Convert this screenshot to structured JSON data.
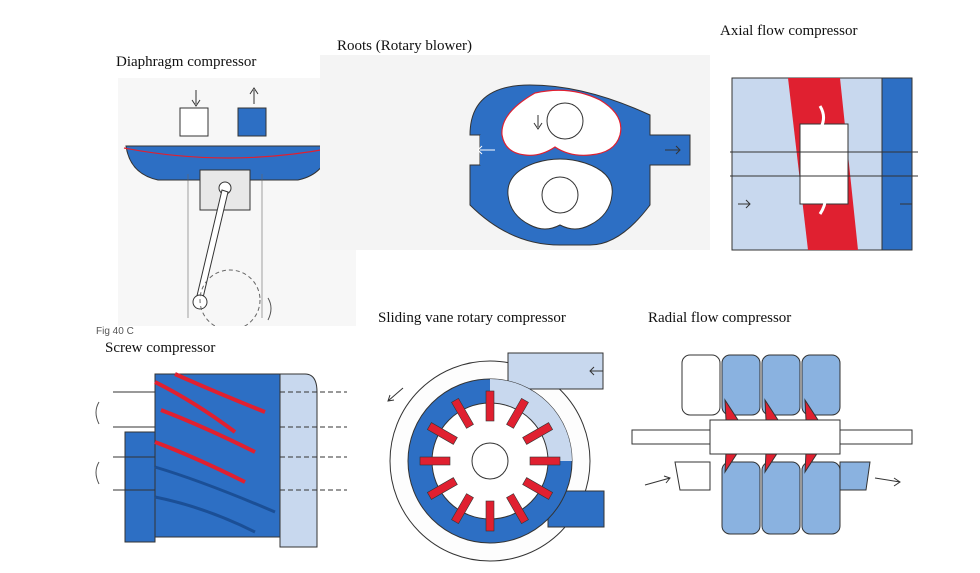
{
  "labels": {
    "diaphragm": "Diaphragm compressor",
    "roots": "Roots (Rotary blower)",
    "axial": "Axial flow compressor",
    "screw": "Screw compressor",
    "sliding_vane": "Sliding vane rotary compressor",
    "radial": "Radial flow compressor"
  },
  "fig_caption": "Fig 40 C",
  "colors": {
    "blue": "#2d6fc4",
    "light_blue": "#c8d8ee",
    "mid_blue": "#8ab2e0",
    "red": "#e02030",
    "outline": "#333333"
  }
}
